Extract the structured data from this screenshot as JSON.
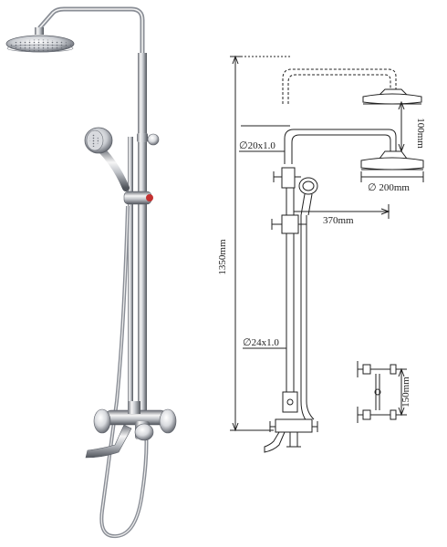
{
  "diagram": {
    "dimensions": {
      "total_height": "1350mm",
      "head_drop": "100mm",
      "head_diameter": "∅ 200mm",
      "arm_reach": "370mm",
      "upper_pipe": "∅20x1.0",
      "lower_pipe": "∅24x1.0",
      "mixer_spacing": "150mm"
    },
    "colors": {
      "chrome_light": "#f4f4f4",
      "chrome_mid": "#b8bcc2",
      "chrome_dark": "#5a5e66",
      "line": "#222222"
    }
  }
}
